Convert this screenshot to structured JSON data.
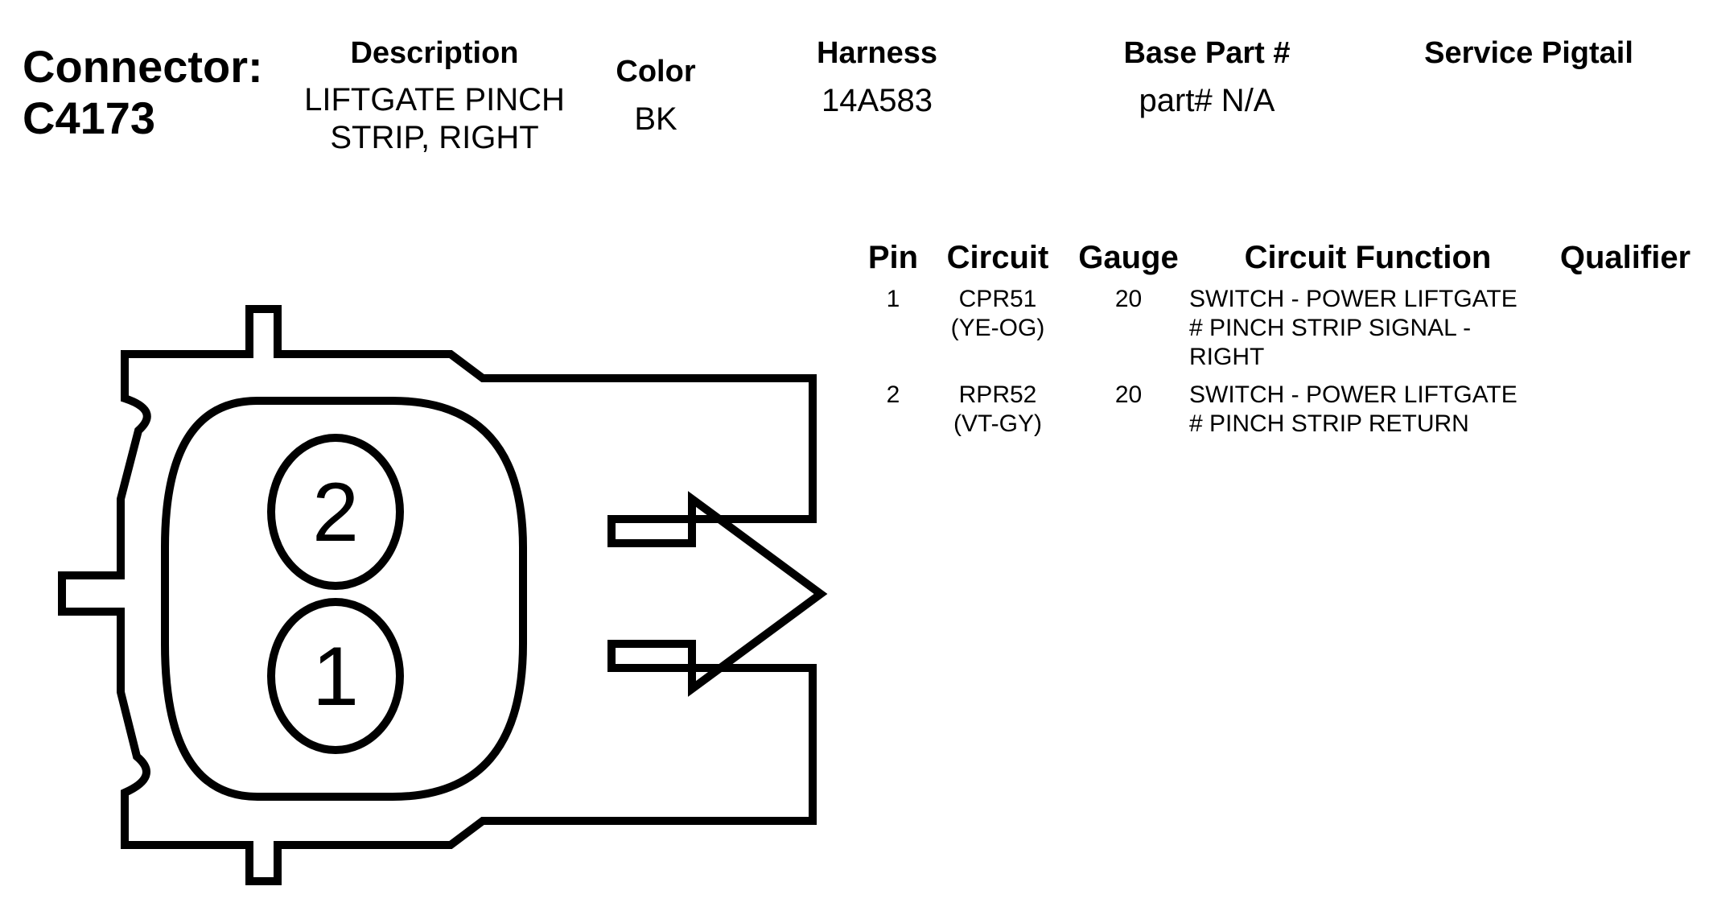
{
  "header": {
    "connector_label": "Connector:",
    "connector_id": "C4173",
    "description_label": "Description",
    "description_value": "LIFTGATE PINCH\nSTRIP, RIGHT",
    "color_label": "Color",
    "color_value": "BK",
    "harness_label": "Harness",
    "harness_value": "14A583",
    "base_part_label": "Base Part #",
    "base_part_value": "part# N/A",
    "service_pigtail_label": "Service Pigtail",
    "service_pigtail_value": ""
  },
  "table": {
    "columns": [
      "Pin",
      "Circuit",
      "Gauge",
      "Circuit Function",
      "Qualifier"
    ],
    "rows": [
      {
        "pin": "1",
        "circuit": "CPR51\n(YE-OG)",
        "gauge": "20",
        "function": "SWITCH - POWER LIFTGATE\n# PINCH STRIP SIGNAL -\nRIGHT",
        "qualifier": ""
      },
      {
        "pin": "2",
        "circuit": "RPR52\n(VT-GY)",
        "gauge": "20",
        "function": "SWITCH - POWER LIFTGATE\n# PINCH STRIP RETURN",
        "qualifier": ""
      }
    ]
  },
  "diagram": {
    "cavity_top_label": "2",
    "cavity_bottom_label": "1"
  }
}
